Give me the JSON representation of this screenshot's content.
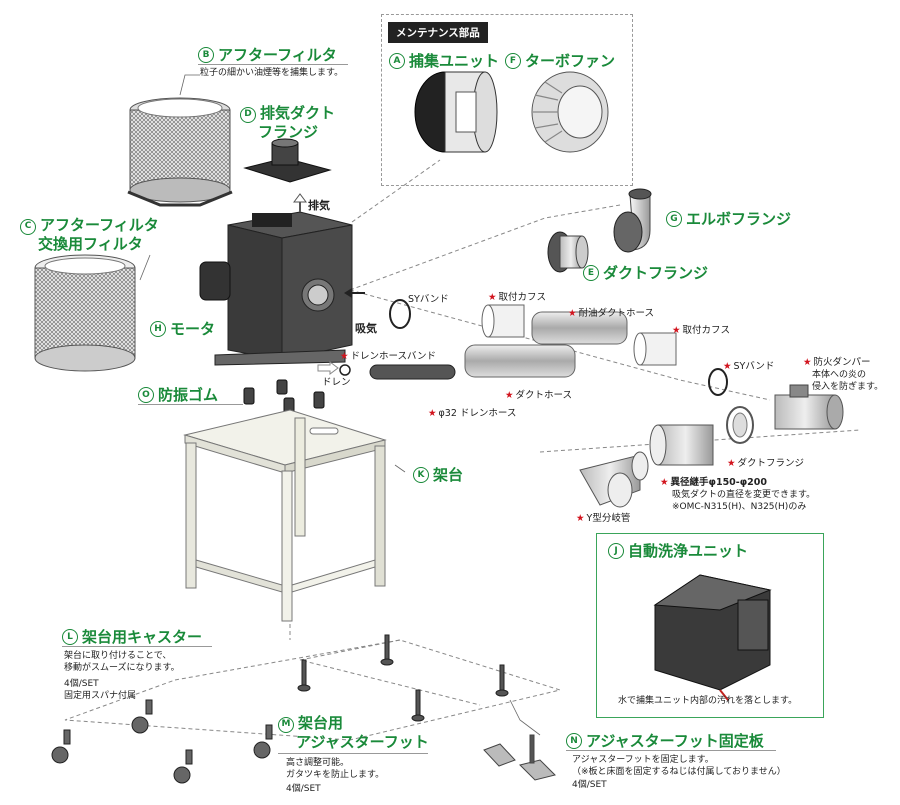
{
  "maintenance": {
    "title": "メンテナンス部品"
  },
  "labels": {
    "B": {
      "badge": "B",
      "text": "アフターフィルタ",
      "desc": "粒子の細かい油煙等を捕集します。"
    },
    "D": {
      "badge": "D",
      "line1": "排気ダクト",
      "line2": "フランジ"
    },
    "C": {
      "badge": "C",
      "line1": "アフターフィルタ",
      "line2": "交換用フィルタ"
    },
    "A": {
      "badge": "A",
      "text": "捕集ユニット"
    },
    "F": {
      "badge": "F",
      "text": "ターボファン"
    },
    "G": {
      "badge": "G",
      "text": "エルボフランジ"
    },
    "E": {
      "badge": "E",
      "text": "ダクトフランジ"
    },
    "H": {
      "badge": "H",
      "text": "モータ"
    },
    "O": {
      "badge": "O",
      "text": "防振ゴム"
    },
    "K": {
      "badge": "K",
      "text": "架台"
    },
    "J": {
      "badge": "J",
      "text": "自動洗浄ユニット",
      "desc": "水で捕集ユニット内部の汚れを落とします。"
    },
    "L": {
      "badge": "L",
      "text": "架台用キャスター",
      "desc1": "架台に取り付けることで、",
      "desc2": "移動がスムーズになります。",
      "desc3": "4個/SET",
      "desc4": "固定用スパナ付属"
    },
    "M": {
      "badge": "M",
      "line1": "架台用",
      "line2": "アジャスターフット",
      "desc1": "高さ調整可能。",
      "desc2": "ガタツキを防止します。",
      "desc3": "4個/SET"
    },
    "N": {
      "badge": "N",
      "text": "アジャスターフット固定板",
      "desc1": "アジャスターフットを固定します。",
      "desc2": "（※板と床面を固定するねじは付属しておりません）",
      "desc3": "4個/SET"
    }
  },
  "arrows": {
    "exhaust": "排気",
    "intake": "吸気",
    "drain": "ドレン"
  },
  "parts": {
    "sy_band_1": "SYバンド",
    "cuff_1": "取付カフス",
    "oil_hose": "耐油ダクトホース",
    "cuff_2": "取付カフス",
    "drain_band": "ドレンホースバンド",
    "drain_hose": "φ32 ドレンホース",
    "duct_hose": "ダクトホース",
    "sy_band_2": "SYバンド",
    "fire_damper": "防火ダンパー",
    "fire_damper_desc1": "本体への炎の",
    "fire_damper_desc2": "侵入を防ぎます。",
    "duct_flange": "ダクトフランジ",
    "reducer": "異径継手φ150-φ200",
    "reducer_desc1": "吸気ダクトの直径を変更できます。",
    "reducer_desc2": "※OMC-N315(H)、N325(H)のみ",
    "y_pipe": "Y型分岐管"
  },
  "colors": {
    "accent_green": "#1a8a3a",
    "star_red": "#d2141e"
  }
}
